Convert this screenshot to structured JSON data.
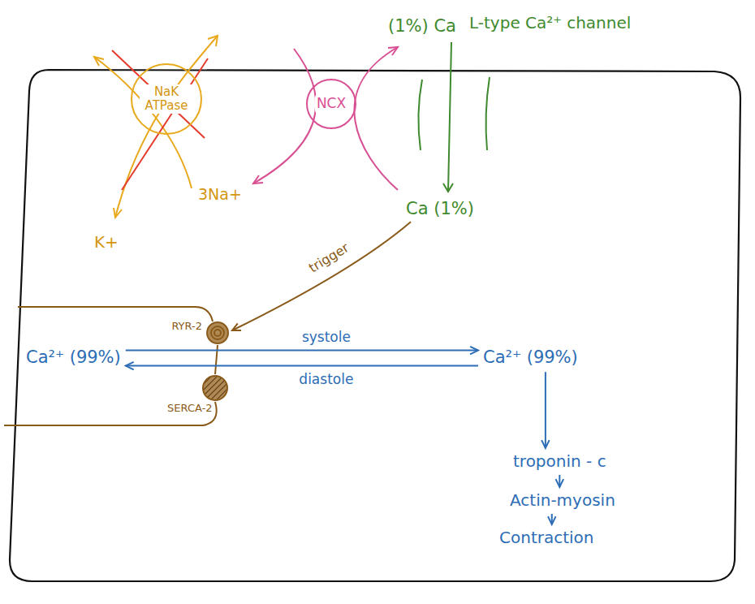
{
  "diagram": {
    "nodes": [
      {
        "text": [
          "NaK ATPase"
        ]
      },
      {
        "text": [
          "NCX"
        ]
      },
      {
        "text": [
          "Ca (1%)"
        ]
      },
      {
        "text": [
          "RYR-2"
        ]
      },
      {
        "text": [
          "SERCA-2"
        ]
      },
      {
        "text": [
          "Ca²⁺ (99%)"
        ]
      },
      {
        "text": [
          "Ca²⁺ (99%)"
        ]
      },
      {
        "text": [
          "troponin - c"
        ]
      },
      {
        "text": [
          "Actin-myosin"
        ]
      },
      {
        "text": [
          "Contraction"
        ]
      }
    ],
    "edges": [
      {
        "from": 2,
        "to": 3,
        "label": "trigger",
        "arrow": "to"
      },
      {
        "from": 5,
        "to": 6,
        "label": "systole",
        "arrow": "to"
      },
      {
        "from": 6,
        "to": 5,
        "label": "diastole",
        "arrow": "to"
      },
      {
        "from": 6,
        "to": 7,
        "arrow": "to"
      },
      {
        "from": 7,
        "to": 8,
        "arrow": "to"
      },
      {
        "from": 8,
        "to": 9,
        "arrow": "to"
      }
    ],
    "labels": [
      "(1%) Ca",
      "L-type Ca²⁺ channel",
      "3Na+",
      "K+"
    ]
  }
}
